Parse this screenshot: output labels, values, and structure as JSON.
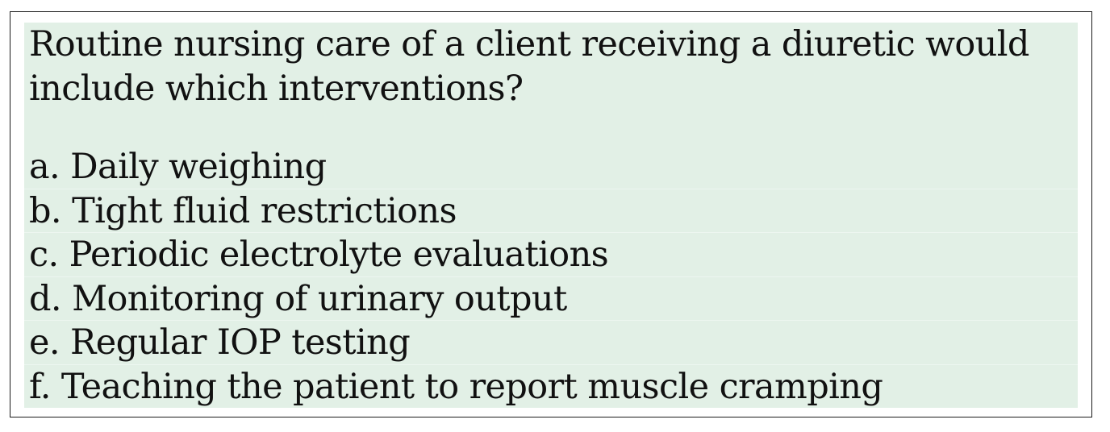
{
  "question": {
    "text": "Routine nursing care of a client receiving a diuretic would include which interventions?"
  },
  "options": [
    {
      "label": "a. Daily weighing"
    },
    {
      "label": "b. Tight fluid restrictions"
    },
    {
      "label": "c. Periodic electrolyte evaluations"
    },
    {
      "label": "d. Monitoring of urinary output"
    },
    {
      "label": "e. Regular IOP testing"
    },
    {
      "label": "f. Teaching the patient to report muscle cramping"
    }
  ],
  "colors": {
    "panel_background": "#e2f0e6",
    "border": "#1a1a1a",
    "text": "#111111"
  }
}
